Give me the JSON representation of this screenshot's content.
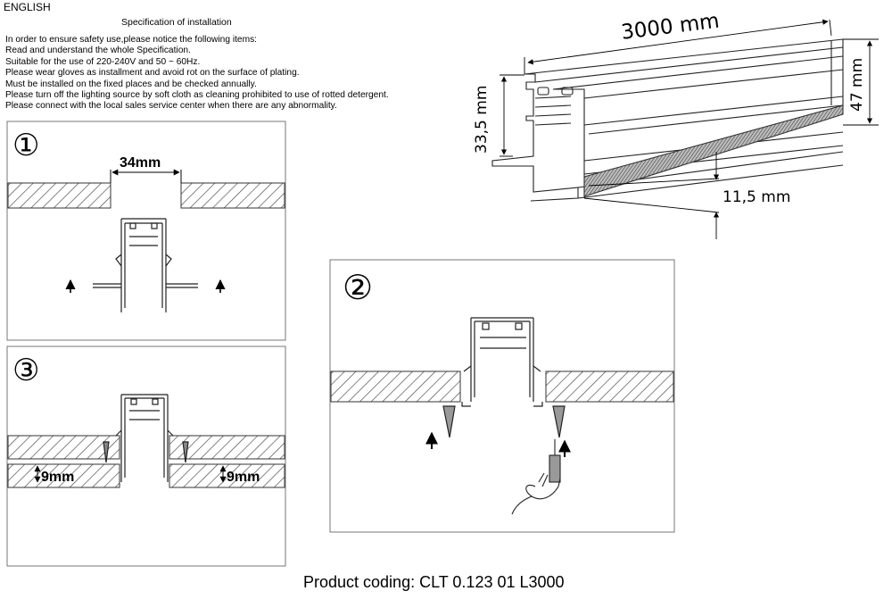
{
  "header": {
    "language": "ENGLISH",
    "title": "Specification of installation"
  },
  "instructions": [
    "In order to ensure safety use,please notice the following items:",
    "Read and understand the whole Specification.",
    "Suitable for the use of 220-240V and 50 ~ 60Hz.",
    "Please wear gloves as installment and avoid rot on the surface of plating.",
    "Must be installed on the fixed places and be checked annually.",
    "Please turn off the lighting source by soft cloth as cleaning prohibited to use of rotted detergent.",
    "Please connect with the local sales service center when there are any abnormality."
  ],
  "profile": {
    "length": "3000 mm",
    "height": "47 mm",
    "inner_height": "33,5 mm",
    "flange": "11,5 mm"
  },
  "steps": {
    "step1": {
      "number": "①",
      "cutout": "34mm"
    },
    "step2": {
      "number": "②"
    },
    "step3": {
      "number": "③",
      "left_thickness": "9mm",
      "right_thickness": "9mm"
    }
  },
  "footer": {
    "product_coding": "Product coding: CLT 0.123 01 L3000"
  }
}
